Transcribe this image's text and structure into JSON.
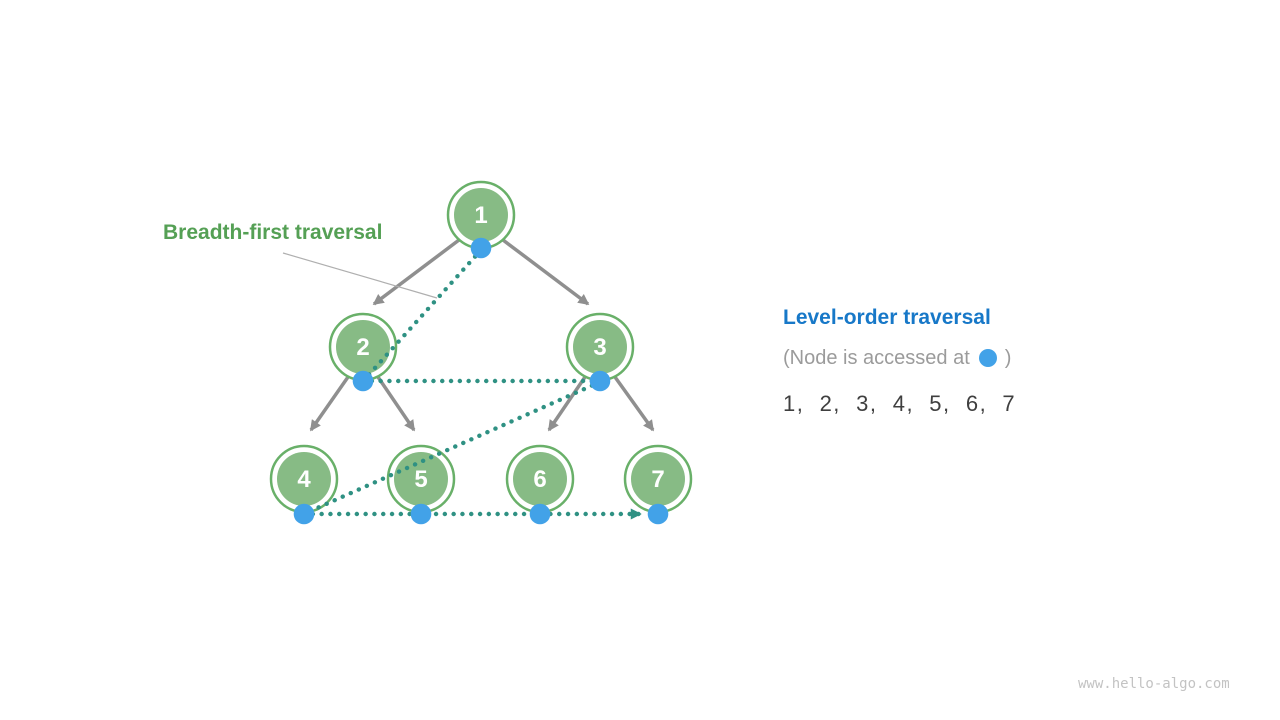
{
  "diagram": {
    "kind": "binary-tree-breadth-first-traversal",
    "annotation_label": "Breadth-first traversal"
  },
  "tree": {
    "nodes": [
      {
        "id": 1,
        "label": "1"
      },
      {
        "id": 2,
        "label": "2"
      },
      {
        "id": 3,
        "label": "3"
      },
      {
        "id": 4,
        "label": "4"
      },
      {
        "id": 5,
        "label": "5"
      },
      {
        "id": 6,
        "label": "6"
      },
      {
        "id": 7,
        "label": "7"
      }
    ],
    "edges": [
      [
        "1",
        "2"
      ],
      [
        "1",
        "3"
      ],
      [
        "2",
        "4"
      ],
      [
        "2",
        "5"
      ],
      [
        "3",
        "6"
      ],
      [
        "3",
        "7"
      ]
    ],
    "traversal_order": [
      1,
      2,
      3,
      4,
      5,
      6,
      7
    ]
  },
  "legend": {
    "title": "Level-order traversal",
    "note_prefix": "(Node is accessed at",
    "note_suffix": ")",
    "sequence": "1,  2,  3,  4,  5,  6,  7"
  },
  "watermark": "www.hello-algo.com",
  "colors": {
    "node_fill": "#87BB85",
    "node_ring": "#69B069",
    "edge_gray": "#8F8F8F",
    "traversal_teal": "#2F9183",
    "access_blue": "#42A2E8",
    "green_label": "#55A055",
    "blue_label": "#1778C8",
    "note_gray": "#9B9B9B",
    "sequence_dark": "#3F3F3F",
    "watermark_gray": "#C3C3C3",
    "annotation_line": "#AFAFAF"
  }
}
